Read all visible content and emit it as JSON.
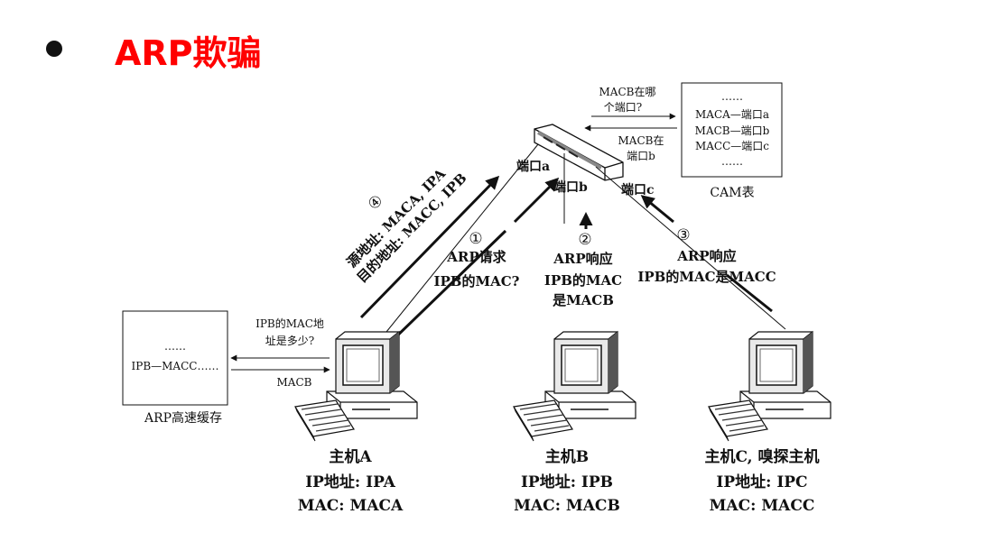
{
  "slide": {
    "title": "ARP欺骗"
  },
  "diagram": {
    "cam_question": [
      "MACB在哪",
      "个端口?"
    ],
    "cam_answer": [
      "MACB在",
      "端口b"
    ],
    "cam_table": {
      "rows": [
        "……",
        "MACA—端口a",
        "MACB—端口b",
        "MACC—端口c",
        "……"
      ],
      "caption": "CAM表"
    },
    "ports": {
      "a": "端口a",
      "b": "端口b",
      "c": "端口c"
    },
    "step4": {
      "num": "④",
      "line1": "源地址: MACA, IPA",
      "line2": "目的地址: MACC, IPB"
    },
    "step1": {
      "num": "①",
      "line1": "ARP请求",
      "line2": "IPB的MAC?"
    },
    "step2": {
      "num": "②",
      "line1": "ARP响应",
      "line2": "IPB的MAC",
      "line3": "是MACB"
    },
    "step3": {
      "num": "③",
      "line1": "ARP响应",
      "line2": "IPB的MAC是MACC"
    },
    "arp_cache": {
      "question": [
        "IPB的MAC地",
        "址是多少?"
      ],
      "answer": "MACB",
      "rows": [
        "……",
        "IPB—MACC……"
      ],
      "caption": "ARP高速缓存"
    },
    "hosts": [
      {
        "name": "主机A",
        "ip": "IP地址: IPA",
        "mac": "MAC: MACA"
      },
      {
        "name": "主机B",
        "ip": "IP地址: IPB",
        "mac": "MAC: MACB"
      },
      {
        "name": "主机C, 嗅探主机",
        "ip": "IP地址: IPC",
        "mac": "MAC: MACC"
      }
    ]
  }
}
